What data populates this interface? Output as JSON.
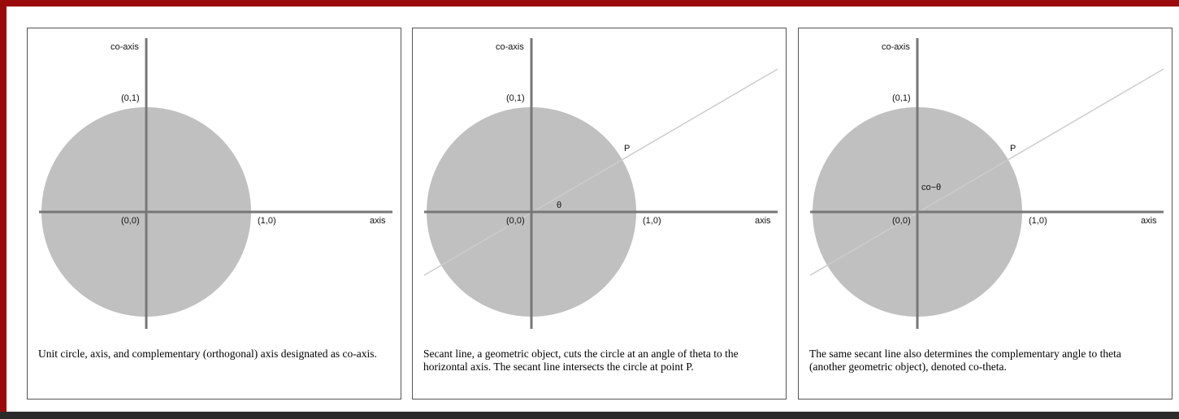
{
  "panels": [
    {
      "labels": {
        "coaxis": "co-axis",
        "axis": "axis",
        "p01": "(0,1)",
        "p00": "(0,0)",
        "p10": "(1,0)"
      },
      "caption": "Unit circle, axis, and complementary (orthogonal) axis designated as co-axis."
    },
    {
      "labels": {
        "coaxis": "co-axis",
        "axis": "axis",
        "p01": "(0,1)",
        "p00": "(0,0)",
        "p10": "(1,0)",
        "point": "P",
        "angle": "θ"
      },
      "caption": "Secant line, a geometric object, cuts the circle at an angle of theta to the horizontal axis. The secant line intersects the circle at point P."
    },
    {
      "labels": {
        "coaxis": "co-axis",
        "axis": "axis",
        "p01": "(0,1)",
        "p00": "(0,0)",
        "p10": "(1,0)",
        "point": "P",
        "angle": "co−θ"
      },
      "caption": "The same secant line also determines the complementary angle to theta (another geometric object), denoted co-theta."
    }
  ],
  "colors": {
    "circle": "#c0c0c0",
    "axes": "#777777",
    "secant": "#cccccc",
    "frame": "#9b0a0a"
  }
}
